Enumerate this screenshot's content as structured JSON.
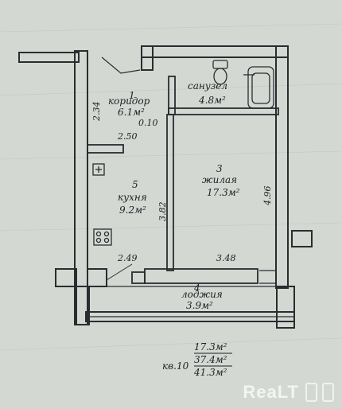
{
  "rooms": [
    {
      "num": "1",
      "name": "коридор",
      "area": "6.1м²"
    },
    {
      "name": "санузел",
      "area": "4.8м²"
    },
    {
      "num": "3",
      "name": "жилая",
      "area": "17.3м²"
    },
    {
      "num": "4",
      "name": "лоджия",
      "area": "3.9м²"
    },
    {
      "num": "5",
      "name": "кухня",
      "area": "9.2м²"
    }
  ],
  "dimensions": {
    "corridor_height": "2.34",
    "corridor_gap": "0.10",
    "corridor_width": "2.50",
    "kitchen_height": "3.82",
    "living_height": "4.96",
    "kitchen_width": "2.49",
    "living_width": "3.48"
  },
  "summary": {
    "apartment": "кв.10",
    "living_area": "17.3м²",
    "usable_area": "37.4м²",
    "total_area": "41.3м²"
  },
  "watermark": {
    "text": "ReaLT"
  }
}
